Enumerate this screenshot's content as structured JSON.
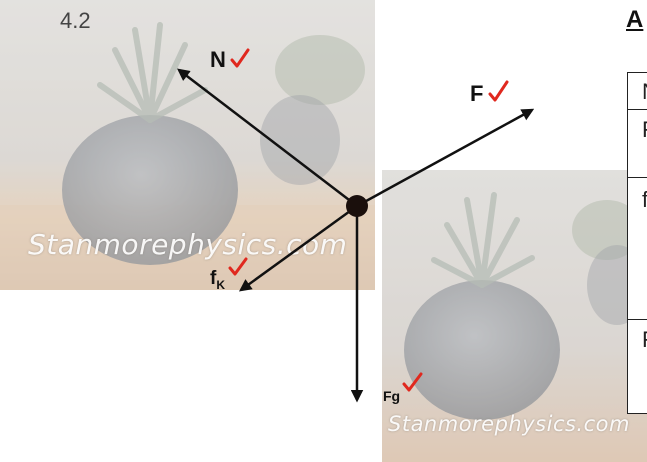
{
  "question_number": "4.2",
  "heading": "A",
  "watermark": "Stanmorephysics.com",
  "forces": {
    "normal": {
      "label": "N",
      "marked_correct": true
    },
    "applied": {
      "label": "F",
      "marked_correct": true
    },
    "friction": {
      "label": "f",
      "subscript": "K",
      "marked_correct": true
    },
    "weight": {
      "label": "Fg",
      "marked_correct": true
    }
  },
  "table": {
    "column_header": "N",
    "rows": [
      "F",
      "f",
      "F"
    ]
  },
  "colors": {
    "arrow": "#111111",
    "tick": "#e0281e",
    "dot": "#1a0f0c"
  }
}
